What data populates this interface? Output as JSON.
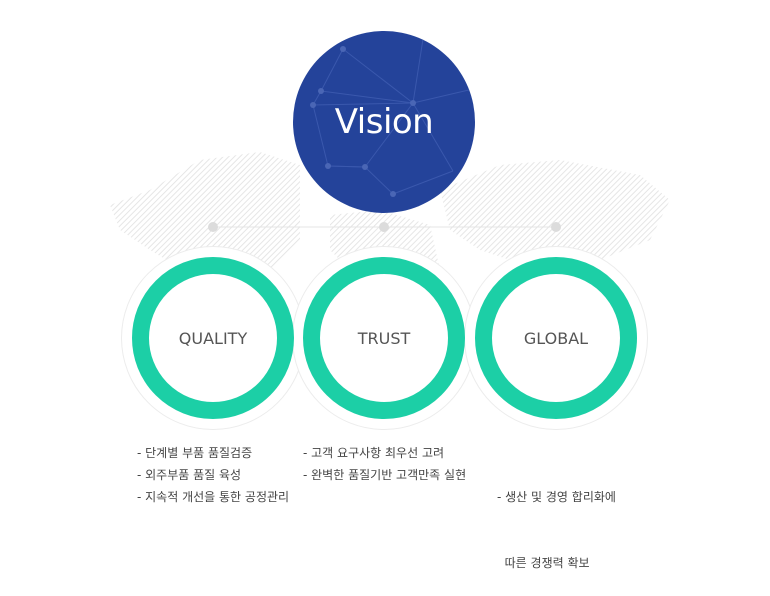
{
  "vision": {
    "title": "Vision"
  },
  "colors": {
    "vision": "#24439a",
    "ring": "#1ccfa6",
    "text": "#444444"
  },
  "pillars": [
    {
      "label": "QUALITY",
      "items": [
        "- 단계별 부품 품질검증",
        "- 외주부품 품질 육성",
        "- 지속적 개선을 통한 공정관리"
      ]
    },
    {
      "label": "TRUST",
      "items": [
        "- 고객 요구사항 최우선 고려",
        "- 완벽한 품질기반 고객만족 실현"
      ]
    },
    {
      "label": "GLOBAL",
      "items": [
        "- 생산 및 경영 합리화에",
        "  따른 경쟁력 확보"
      ]
    }
  ]
}
